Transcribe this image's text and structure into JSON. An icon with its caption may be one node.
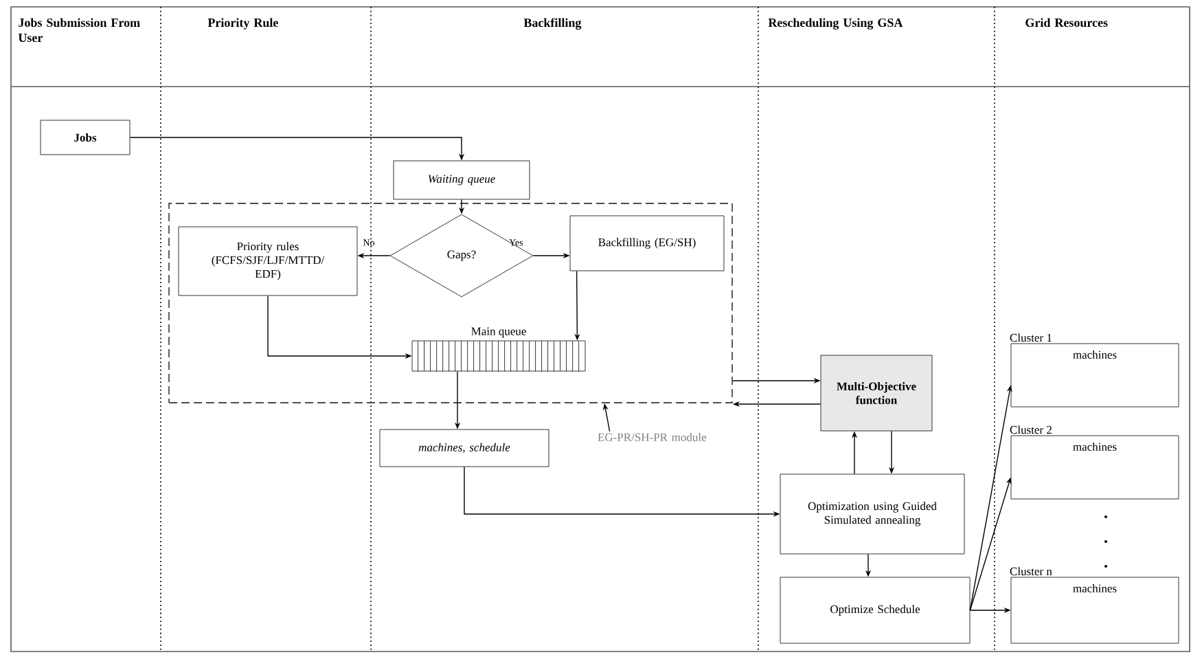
{
  "diagram": {
    "nodes": [
      {
        "text": [
          "Jobs"
        ]
      },
      {
        "text": [
          "Waiting queue"
        ]
      },
      {
        "text": [],
        "shape": "box"
      },
      {
        "text": [
          "Priority rules (FCFS/SJF/LJF/MTTD/ EDF)"
        ],
        "in": 2
      },
      {
        "text": [
          "Gaps?"
        ],
        "in": 2
      },
      {
        "text": [
          "Backfilling (EG/SH)"
        ],
        "in": 2
      },
      {
        "text": [
          "Main queue"
        ],
        "in": 2
      },
      {
        "text": [
          "machines, schedule"
        ]
      },
      {
        "text": [
          "EG-PR/SH-PR module"
        ]
      },
      {
        "text": [
          "Multi-Objective function"
        ]
      },
      {
        "text": [
          "Optimization using Guided Simulated annealing"
        ]
      },
      {
        "text": [
          "Optimize Schedule"
        ]
      },
      {
        "text": [
          "Cluster 1",
          "machines"
        ]
      },
      {
        "text": [
          "Cluster 2",
          "machines"
        ]
      },
      {
        "text": [
          "Cluster n",
          "machines"
        ]
      }
    ],
    "edges": [
      {
        "from": 0,
        "to": 1,
        "arrow": "to"
      },
      {
        "from": 1,
        "to": 4,
        "arrow": "to"
      },
      {
        "from": 4,
        "to": 3,
        "arrow": "to",
        "label": "No"
      },
      {
        "from": 4,
        "to": 5,
        "arrow": "to",
        "label": "Yes"
      },
      {
        "from": 3,
        "to": 6,
        "arrow": "to"
      },
      {
        "from": 5,
        "to": 6,
        "arrow": "to"
      },
      {
        "from": 6,
        "to": 7,
        "arrow": "to"
      },
      {
        "from": 7,
        "to": 10,
        "arrow": "to"
      },
      {
        "from": 8,
        "to": 2,
        "arrow": "to"
      },
      {
        "from": 2,
        "to": 9,
        "arrow": "to"
      },
      {
        "from": 9,
        "to": 2,
        "arrow": "to"
      },
      {
        "from": 10,
        "to": 9,
        "arrow": "to"
      },
      {
        "from": 9,
        "to": 10,
        "arrow": "to"
      },
      {
        "from": 10,
        "to": 11,
        "arrow": "to"
      },
      {
        "from": 11,
        "to": 12,
        "arrow": "to"
      },
      {
        "from": 11,
        "to": 13,
        "arrow": "to"
      },
      {
        "from": 11,
        "to": 14,
        "arrow": "to"
      }
    ],
    "labels": [
      "Jobs Submission From User",
      "Priority Rule",
      "Backfilling",
      "Rescheduling Using GSA",
      "Grid Resources"
    ]
  }
}
